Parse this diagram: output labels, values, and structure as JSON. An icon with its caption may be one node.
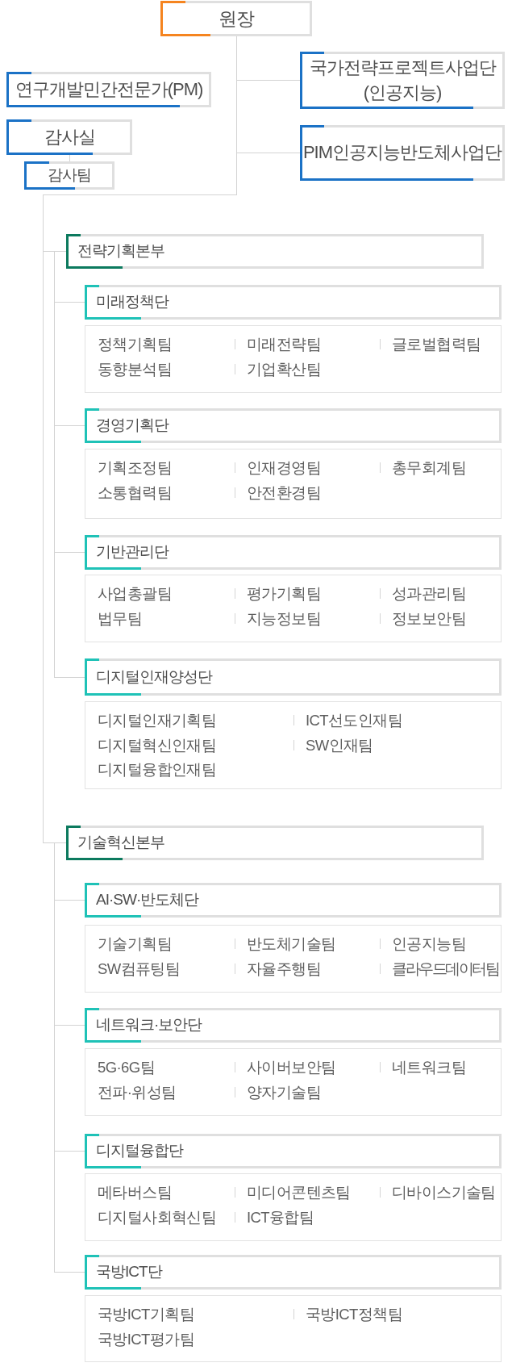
{
  "diagram": {
    "nodes": [
      {
        "text": [
          "원장"
        ]
      },
      {
        "text": [
          "연구개발민간전문가(PM)"
        ]
      },
      {
        "text": [
          "감사실"
        ]
      },
      {
        "text": [
          "감사팀"
        ]
      },
      {
        "text": [
          "국가전략프로젝트사업단 (인공지능)"
        ]
      },
      {
        "text": [
          "PIM인공지능반도체사업단"
        ]
      },
      {
        "text": [
          "전략기획본부"
        ]
      },
      {
        "text": [
          "미래정책단"
        ]
      },
      {
        "text": [
          "정책기획팀",
          "미래전략팀",
          "글로벌협력팀",
          "동향분석팀",
          "기업확산팀"
        ]
      },
      {
        "text": [
          "경영기획단"
        ]
      },
      {
        "text": [
          "기획조정팀",
          "인재경영팀",
          "총무회계팀",
          "소통협력팀",
          "안전환경팀"
        ]
      },
      {
        "text": [
          "기반관리단"
        ]
      },
      {
        "text": [
          "사업총괄팀",
          "평가기획팀",
          "성과관리팀",
          "법무팀",
          "지능정보팀",
          "정보보안팀"
        ]
      },
      {
        "text": [
          "디지털인재양성단"
        ]
      },
      {
        "text": [
          "디지털인재기획팀",
          "ICT선도인재팀",
          "디지털혁신인재팀",
          "SW인재팀",
          "디지털융합인재팀"
        ]
      },
      {
        "text": [
          "기술혁신본부"
        ]
      },
      {
        "text": [
          "AI·SW·반도체단"
        ]
      },
      {
        "text": [
          "기술기획팀",
          "반도체기술팀",
          "인공지능팀",
          "SW컴퓨팅팀",
          "자율주행팀",
          "클라우드데이터팀"
        ]
      },
      {
        "text": [
          "네트워크·보안단"
        ]
      },
      {
        "text": [
          "5G·6G팀",
          "사이버보안팀",
          "네트워크팀",
          "전파·위성팀",
          "양자기술팀"
        ]
      },
      {
        "text": [
          "디지털융합단"
        ]
      },
      {
        "text": [
          "메타버스팀",
          "미디어콘텐츠팀",
          "디바이스기술팀",
          "디지털사회혁신팀",
          "ICT융합팀"
        ]
      },
      {
        "text": [
          "국방ICT단"
        ]
      },
      {
        "text": [
          "국방ICT기획팀",
          "국방ICT정책팀",
          "국방ICT평가팀"
        ]
      }
    ],
    "edges": [
      {
        "from": 0,
        "to": 4,
        "arrow": "none"
      },
      {
        "from": 0,
        "to": 5,
        "arrow": "none"
      },
      {
        "from": 2,
        "to": 3,
        "arrow": "none"
      },
      {
        "from": 0,
        "to": 6,
        "arrow": "none"
      },
      {
        "from": 6,
        "to": 7,
        "arrow": "none"
      },
      {
        "from": 6,
        "to": 9,
        "arrow": "none"
      },
      {
        "from": 6,
        "to": 11,
        "arrow": "none"
      },
      {
        "from": 6,
        "to": 13,
        "arrow": "none"
      },
      {
        "from": 0,
        "to": 15,
        "arrow": "none"
      },
      {
        "from": 15,
        "to": 16,
        "arrow": "none"
      },
      {
        "from": 15,
        "to": 18,
        "arrow": "none"
      },
      {
        "from": 15,
        "to": 20,
        "arrow": "none"
      },
      {
        "from": 15,
        "to": 22,
        "arrow": "none"
      }
    ]
  }
}
